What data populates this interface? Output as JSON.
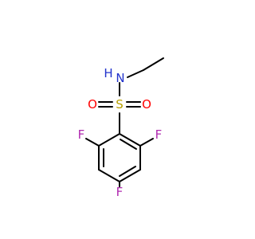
{
  "molecule": {
    "atoms": {
      "n_label": "N",
      "h_label": "H",
      "s_label": "S",
      "o_left_label": "O",
      "o_right_label": "O",
      "f_right_label": "F",
      "f_left_label": "F",
      "f_bottom_label": "F"
    },
    "colors": {
      "nitrogen": "#2233cc",
      "sulfur": "#b8a000",
      "oxygen": "#ff0000",
      "fluorine": "#b02ab0",
      "bond": "#000000"
    }
  }
}
